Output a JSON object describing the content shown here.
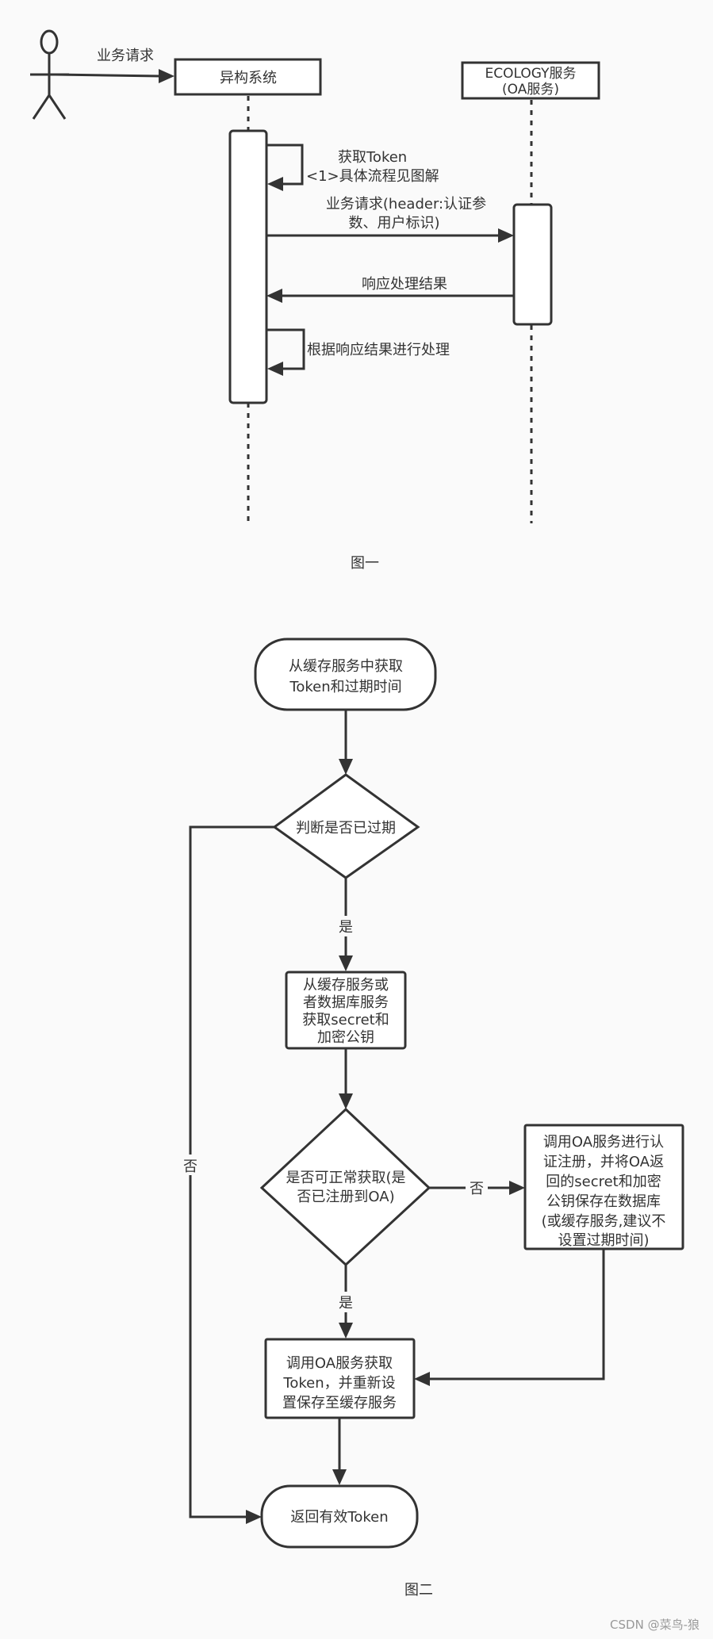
{
  "figure1": {
    "actor_request": "业务请求",
    "hetero_system": "异构系统",
    "ecology_line1": "ECOLOGY服务",
    "ecology_line2": "(OA服务)",
    "get_token_line1": "获取Token",
    "get_token_line2": "<1>具体流程见图解",
    "biz_request_line1": "业务请求(header:认证参",
    "biz_request_line2": "数、用户标识)",
    "response": "响应处理结果",
    "process": "根据响应结果进行处理",
    "caption": "图一"
  },
  "figure2": {
    "start_line1": "从缓存服务中获取",
    "start_line2": "Token和过期时间",
    "decision_expired": "判断是否已过期",
    "yes1": "是",
    "no1": "否",
    "get_secret_line1": "从缓存服务或",
    "get_secret_line2": "者数据库服务",
    "get_secret_line3": "获取secret和",
    "get_secret_line4": "加密公钥",
    "decision_ok_line1": "是否可正常获取(是",
    "decision_ok_line2": "否已注册到OA)",
    "no2": "否",
    "yes2": "是",
    "register_line1": "调用OA服务进行认",
    "register_line2": "证注册，并将OA返",
    "register_line3": "回的secret和加密",
    "register_line4": "公钥保存在数据库",
    "register_line5": "(或缓存服务,建议不",
    "register_line6": "设置过期时间)",
    "call_oa_line1": "调用OA服务获取",
    "call_oa_line2": "Token，并重新设",
    "call_oa_line3": "置保存至缓存服务",
    "end": "返回有效Token",
    "caption": "图二"
  },
  "watermark": "CSDN @菜鸟-狼"
}
